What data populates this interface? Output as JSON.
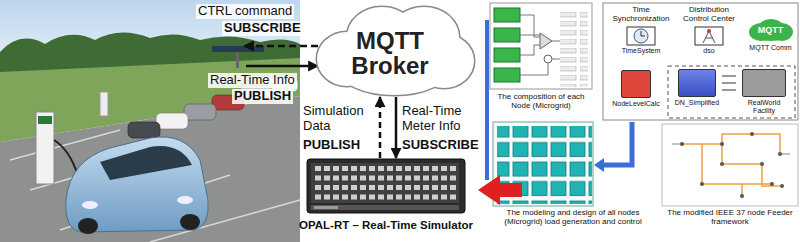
{
  "diagram": {
    "nodes": [
      {
        "text": [
          "MQTT Broker"
        ]
      },
      {
        "text": [
          "OPAL-RT – Real-Time Simulator"
        ]
      },
      {
        "text": [
          "Time Synchronization",
          "TimeSystem"
        ]
      },
      {
        "text": [
          "Distribution Control Center",
          "dso"
        ]
      },
      {
        "text": [
          "MQTT",
          "MQTT Comm"
        ]
      },
      {
        "text": [
          "NodeLevelCalc"
        ]
      },
      {
        "text": [
          "DN_Simplified"
        ]
      },
      {
        "text": [
          "RealWorld Facility"
        ]
      }
    ],
    "edges": [
      {
        "from": 1,
        "to": 0,
        "arrow": "to"
      },
      {
        "from": 0,
        "to": 1,
        "arrow": "to"
      },
      {
        "from": 6,
        "to": 7,
        "arrow": "none"
      }
    ],
    "labels": [
      "CTRL command",
      "SUBSCRIBE",
      "Real-Time Info",
      "PUBLISH",
      "Simulation Data",
      "PUBLISH",
      "Real-Time Meter Info",
      "SUBSCRIBE",
      "The composition of each Node (Microgrid)",
      "The modeling and design of all nodes (Microgrid) load generation and control",
      "The modified IEEE 37 node Feeder framework"
    ]
  }
}
